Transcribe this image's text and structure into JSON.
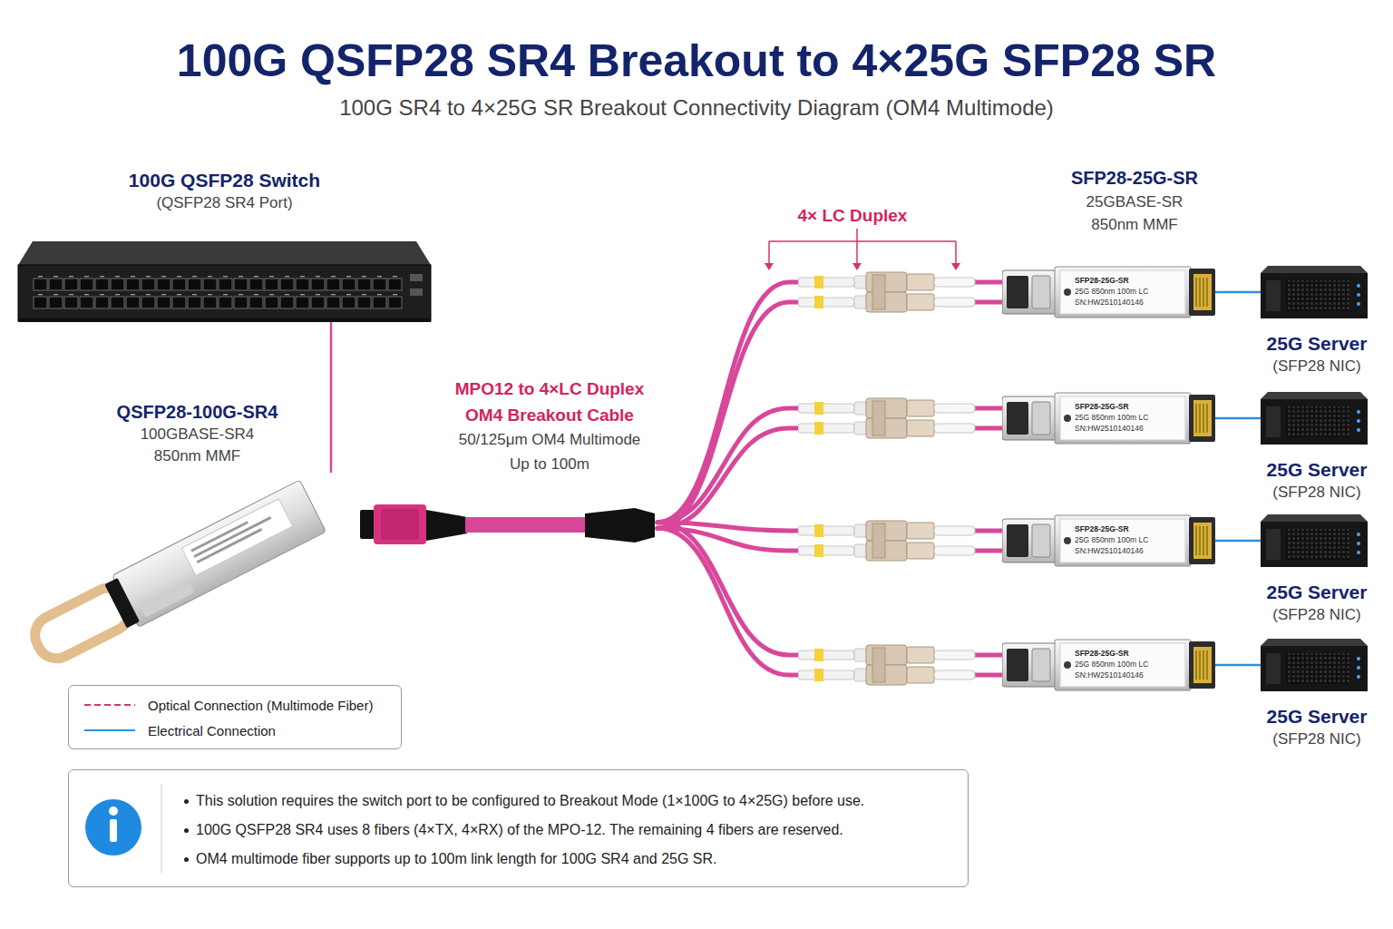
{
  "diagram": {
    "title": "100G QSFP28 SR4 Breakout to 4×25G SFP28 SR",
    "caption": "100G SR4 to 4×25G SR Breakout Connectivity Diagram (OM4 Multimode)",
    "nodes": [
      {
        "text": [
          "100G QSFP28 Switch",
          "(QSFP28 SR4 Port)"
        ]
      },
      {
        "text": [
          "QSFP28-100G-SR4",
          "100GBASE-SR4 850nm MMF"
        ]
      },
      {
        "text": [
          "MPO12 to 4×LC Duplex OM4 Breakout Cable",
          "50/125μm OM4 Multimode Up to 100m"
        ]
      },
      {
        "text": [
          "SFP28-25G-SR",
          "25G 850nm 100m LC",
          "SN:HW2510140146"
        ]
      },
      {
        "text": [
          "SFP28-25G-SR",
          "25G 850nm 100m LC",
          "SN:HW2510140146"
        ]
      },
      {
        "text": [
          "SFP28-25G-SR",
          "25G 850nm 100m LC",
          "SN:HW2510140146"
        ]
      },
      {
        "text": [
          "SFP28-25G-SR",
          "25G 850nm 100m LC",
          "SN:HW2510140146"
        ]
      },
      {
        "text": [
          "25G Server",
          "(SFP28 NIC)"
        ]
      },
      {
        "text": [
          "25G Server",
          "(SFP28 NIC)"
        ]
      },
      {
        "text": [
          "25G Server",
          "(SFP28 NIC)"
        ]
      },
      {
        "text": [
          "25G Server",
          "(SFP28 NIC)"
        ]
      },
      {
        "text": [
          "This solution requires the switch port to be configured to Breakout Mode (1×100G to 4×25G) before use.",
          "100G QSFP28 SR4 uses 8 fibers (4×TX, 4×RX) of the MPO-12. The remaining 4 fibers are reserved.",
          "OM4 multimode fiber supports up to 100m link length for 100G SR4 and 25G SR."
        ]
      }
    ],
    "edges": [
      {
        "from": 0,
        "to": 1,
        "arrow": "none"
      },
      {
        "from": 2,
        "to": 3,
        "arrow": "none"
      },
      {
        "from": 2,
        "to": 4,
        "arrow": "none"
      },
      {
        "from": 2,
        "to": 5,
        "arrow": "none"
      },
      {
        "from": 2,
        "to": 6,
        "arrow": "none"
      },
      {
        "from": 3,
        "to": 7,
        "arrow": "none"
      },
      {
        "from": 4,
        "to": 8,
        "arrow": "none"
      },
      {
        "from": 5,
        "to": 9,
        "arrow": "none"
      },
      {
        "from": 6,
        "to": 10,
        "arrow": "none"
      }
    ],
    "labels": [
      "4× LC Duplex",
      "SFP28-25G-SR",
      "25GBASE-SR 850nm MMF"
    ],
    "legend": [
      {
        "text": "Optical Connection (Multimode Fiber)"
      },
      {
        "text": "Electrical Connection"
      }
    ]
  }
}
